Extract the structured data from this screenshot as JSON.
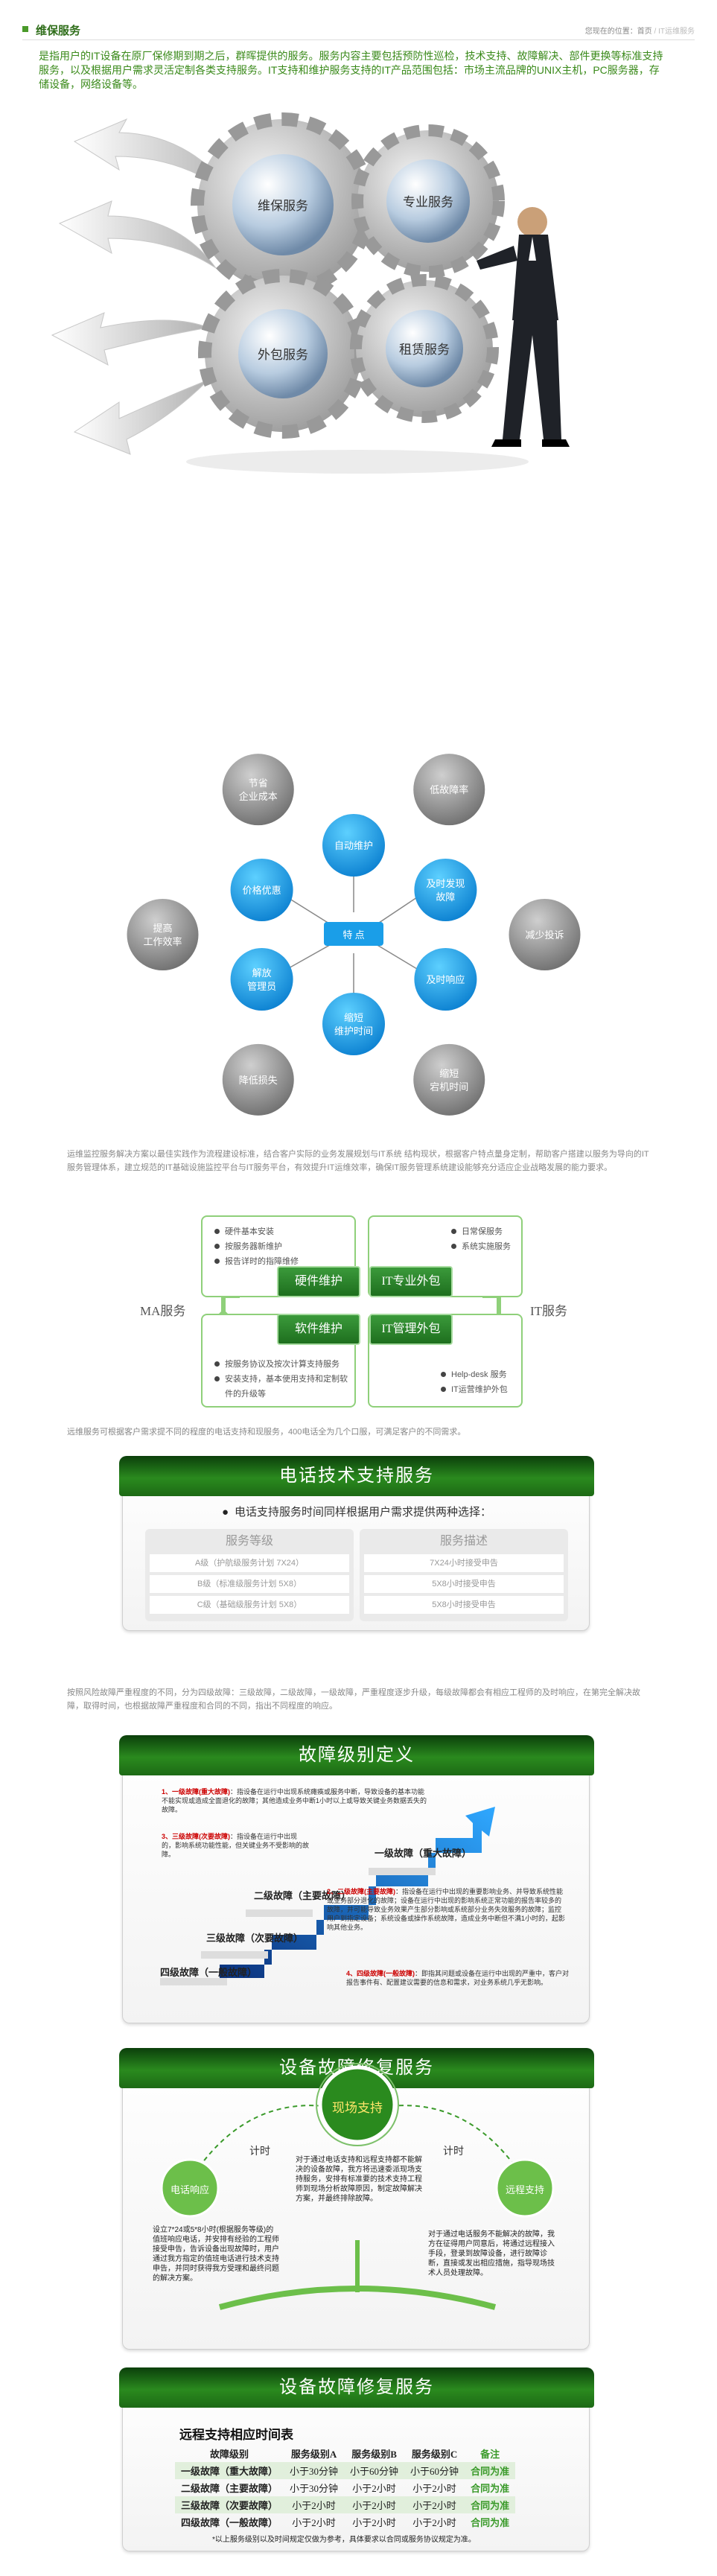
{
  "header": {
    "title": "维保服务",
    "breadcrumb": "您现在的位置：首页",
    "breadcrumb_current": " / IT运维服务"
  },
  "intro": "是指用户的IT设备在原厂保修期到期之后，群晖提供的服务。服务内容主要包括预防性巡检，技术支持、故障解决、部件更换等标准支持服务，以及根据用户需求灵活定制各类支持服务。IT支持和维护服务支持的IT产品范围包括：市场主流品牌的UNIX主机，PC服务器，存储设备，网络设备等。",
  "gears": [
    "维保服务",
    "专业服务",
    "外包服务",
    "租赁服务"
  ],
  "hex": {
    "center": "特 点",
    "blue": [
      "自动维护",
      "及时发现\n故障",
      "及时响应",
      "缩短\n维护时间",
      "解放\n管理员",
      "价格优惠"
    ],
    "gray": [
      "低故障率",
      "减少投诉",
      "缩短\n宕机时间",
      "降低损失",
      "提高\n工作效率",
      "节省\n企业成本"
    ]
  },
  "para1": "运维监控服务解决方案以最佳实践作为流程建设标准，结合客户实际的业务发展规划与IT系统  结构现状，根据客户特点量身定制，帮助客户搭建以服务为导向的IT服务管理体系，建立规范的IT基础设施监控平台与IT服务平台，有效提升IT运维效率，确保IT服务管理系统建设能够充分适应企业战略发展的能力要求。",
  "mait": {
    "ma_label": "MA服务",
    "it_label": "IT服务",
    "tl": [
      "硬件基本安装",
      "按服务器新维护",
      "报告详时的指障维修"
    ],
    "tr": [
      "日常保服务",
      "系统实施服务"
    ],
    "bl": [
      "按服务协议及按次计算支持服务",
      "安装支持，基本使用支持和定制软件的升级等"
    ],
    "br": [
      "Help-desk 服务",
      "IT运营维护外包"
    ],
    "btn_hw": "硬件维护",
    "btn_sw": "软件维护",
    "btn_it_pro": "IT专业外包",
    "btn_it_mgmt": "IT管理外包"
  },
  "para2": "远维服务可根据客户需求提不同的程度的电话支持和现服务，400电话全为几个口服，可满足客户的不同需求。",
  "phone": {
    "title": "电话技术支持服务",
    "subtitle": "电话支持服务时间同样根据用户需求提供两种选择：",
    "col1": "服务等级",
    "col2": "服务描述",
    "rows": [
      [
        "A级（护航级服务计划 7X24）",
        "7X24小时接受申告"
      ],
      [
        "B级（标准级服务计划 5X8）",
        "5X8小时接受申告"
      ],
      [
        "C级（基础级服务计划 5X8）",
        "5X8小时接受申告"
      ]
    ]
  },
  "para3": "按照风险故障严重程度的不同，分为四级故障：三级故障，二级故障，一级故障，严重程度逐步升级，每级故障都会有相应工程师的及时响应，在第完全解决故障，取得时间，也根据故障严重程度和合同的不同，指出不同程度的响应。",
  "fault": {
    "title": "故障级别定义",
    "levels": [
      "一级故障（重大故障）",
      "二级故障（主要故障）",
      "三级故障（次要故障）",
      "四级故障（一般故障）"
    ],
    "n1_head": "1、一级故障(重大故障)",
    "n1": "：指设备在运行中出现系统瘫痪或服务中断，导致设备的基本功能不能实现或造成全面退化的故障；其他造成业务中断1小时以上或导致关键业务数据丢失的故障。",
    "n3_head": "3、三级故障(次要故障)",
    "n3": "：指设备在运行中出现的，影响系统功能性能，但关键业务不受影响的故障。",
    "n2_head": "2、二级故障(主要故障)",
    "n2": "：指设备在运行中出现的重要影响业务、并导致系统性能或业务部分退化的故障；设备在运行中出现的影响系统正常功能的报告率较多的故障，并可能导致业务效果产生部分影响或系统部分业务失效服务的故障；监控用户到指定设备；系统设备或操作系统故障，造成业务中断但不满1小时的，起影响其他业务。",
    "n4_head": "4、四级故障(一般故障)",
    "n4": "：即指其问题或设备在运行中出现的严重中，客户对报告事件有、配置建议需要的信息和需求，对业务系统几乎无影响。"
  },
  "repair": {
    "title": "设备故障修复服务",
    "onsite": "现场支持",
    "phone": "电话响应",
    "remote": "远程支持",
    "timer": "计时",
    "center_text": "对于通过电话支持和远程支持都不能解决的设备故障，我方将迅速委派现场支持服务，安排有标准要的技术支持工程师到现场分析故障原因，制定故障解决方案，并最终排除故障。",
    "left_text": "设立7*24或5*8小时(根据服务等级)的值班响应电话，并安排有经验的工程师接受申告，告诉设备出现故障时，用户通过我方指定的值班电话进行技术支持申告，并同时获得我方受理和最终问题的解决方案。",
    "right_text": "对于通过电话服务不能解决的故障，我方在征得用户同意后，将通过远程接入手段，登录到故障设备，进行故障诊断，直接或发出相应措施，指导现场技术人员处理故障。"
  },
  "remote": {
    "title": "设备故障修复服务",
    "subtitle": "远程支持相应时间表",
    "headers": [
      "故障级别",
      "服务级别A",
      "服务级别B",
      "服务级别C",
      "备注"
    ],
    "rows": [
      [
        "一级故障（重大故障）",
        "小于30分钟",
        "小于60分钟",
        "小于60分钟",
        "合同为准"
      ],
      [
        "二级故障（主要故障）",
        "小于30分钟",
        "小于2小时",
        "小于2小时",
        "合同为准"
      ],
      [
        "三级故障（次要故障）",
        "小于2小时",
        "小于2小时",
        "小于2小时",
        "合同为准"
      ],
      [
        "四级故障（一般故障）",
        "小于2小时",
        "小于2小时",
        "小于2小时",
        "合同为准"
      ]
    ],
    "footnote": "*以上服务级别以及时间规定仅做为参考，具体要求以合同或服务协议规定为准。"
  },
  "colors": {
    "brand_green": "#2a8a1e",
    "accent_blue": "#1a9ee8"
  }
}
